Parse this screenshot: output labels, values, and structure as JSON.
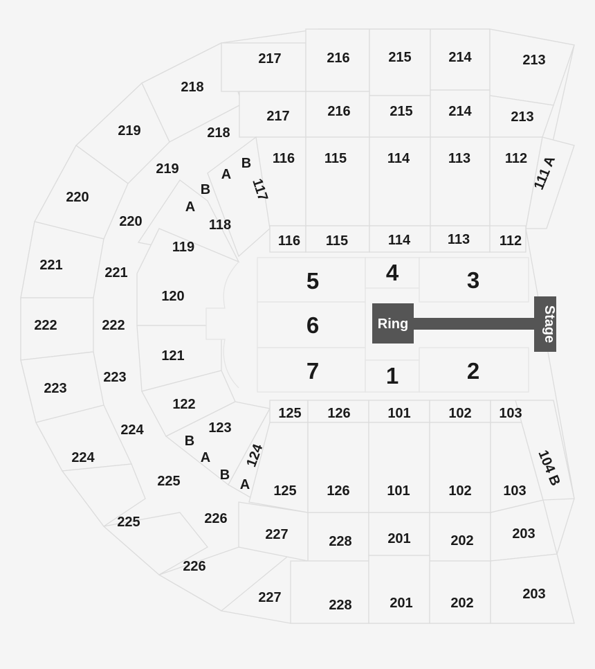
{
  "map": {
    "sections": {
      "s217u": "217",
      "s216u": "216",
      "s215u": "215",
      "s214u": "214",
      "s213u": "213",
      "s218u": "218",
      "s219u": "219",
      "s220u": "220",
      "s221u": "221",
      "s222u": "222",
      "s223u": "223",
      "s224u": "224",
      "s225u": "225",
      "s226u": "226",
      "s227u": "227",
      "s228u": "228",
      "s201u": "201",
      "s202u": "202",
      "s203u": "203",
      "s217l": "217",
      "s216l": "216",
      "s215l": "215",
      "s214l": "214",
      "s213l": "213",
      "s218l": "218",
      "s219l": "219",
      "s220l": "220",
      "s221l": "221",
      "s222l": "222",
      "s223l": "223",
      "s224l": "224",
      "s225l": "225",
      "s226l": "226",
      "s227l": "227",
      "s228l": "228",
      "s201l": "201",
      "s202l": "202",
      "s203l": "203",
      "s116a": "116",
      "s115a": "115",
      "s114a": "114",
      "s113a": "113",
      "s112a": "112",
      "s116b": "116",
      "s115b": "115",
      "s114b": "114",
      "s113b": "113",
      "s112b": "112",
      "s111A": "111 A",
      "s117": "117",
      "s118": "118",
      "s119": "119",
      "s120": "120",
      "s121": "121",
      "s122": "122",
      "s123": "123",
      "s124": "124",
      "s125a": "125",
      "s126a": "126",
      "s101a": "101",
      "s102a": "102",
      "s103a": "103",
      "s125b": "125",
      "s126b": "126",
      "s101b": "101",
      "s102b": "102",
      "s103b": "103",
      "s104B": "104 B",
      "rowA1": "A",
      "rowB1": "B",
      "rowA2": "A",
      "rowB2": "B",
      "rowB3": "B",
      "rowA3": "A",
      "rowB4": "B",
      "rowA4": "A"
    },
    "floor": {
      "f1": "1",
      "f2": "2",
      "f3": "3",
      "f4": "4",
      "f5": "5",
      "f6": "6",
      "f7": "7"
    },
    "ring": "Ring",
    "stage": "Stage",
    "colors": {
      "background": "#f5f5f5",
      "lines": "#dcdcdc",
      "ring": "#555555",
      "text": "#1a1a1a"
    }
  }
}
